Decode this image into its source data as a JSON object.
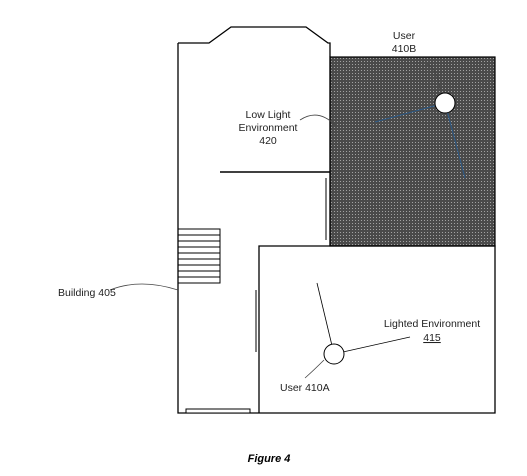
{
  "labels": {
    "user_b_line1": "User",
    "user_b_line2": "410B",
    "low_light_line1": "Low Light",
    "low_light_line2": "Environment",
    "low_light_line3": "420",
    "building": "Building 405",
    "lighted_line1": "Lighted Environment",
    "lighted_line2": "415",
    "user_a": "User 410A"
  },
  "caption": "Figure 4",
  "colors": {
    "line": "#000000",
    "low_light_fill": "#4a4a4a",
    "low_light_dots": "#b8b8b8",
    "user_fill": "#ffffff",
    "leader": "#444444"
  }
}
